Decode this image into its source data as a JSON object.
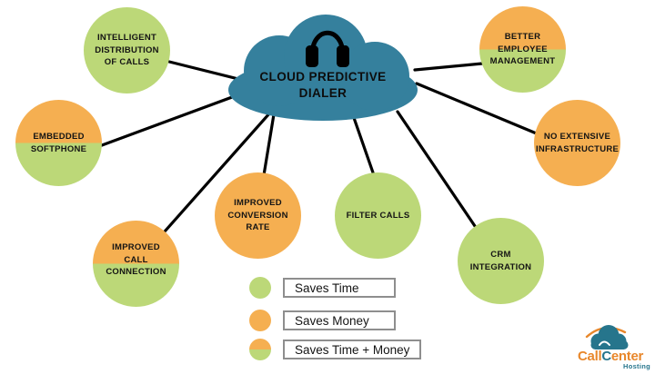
{
  "cloud": {
    "label": "CLOUD PREDICTIVE\nDIALER",
    "icon": "headphones-icon"
  },
  "nodes": [
    {
      "id": "intelligent-distribution-of-calls",
      "label": "INTELLIGENT\nDISTRIBUTION\nOF CALLS",
      "type": "green"
    },
    {
      "id": "better-employee-management",
      "label": "BETTER\nEMPLOYEE\nMANAGEMENT",
      "type": "split"
    },
    {
      "id": "embedded-softphone",
      "label": "EMBEDDED\nSOFTPHONE",
      "type": "split"
    },
    {
      "id": "no-extensive-infrastructure",
      "label": "NO EXTENSIVE\nINFRASTRUCTURE",
      "type": "orange"
    },
    {
      "id": "improved-call-connection",
      "label": "IMPROVED\nCALL\nCONNECTION",
      "type": "split"
    },
    {
      "id": "improved-conversion-rate",
      "label": "IMPROVED\nCONVERSION\nRATE",
      "type": "orange"
    },
    {
      "id": "filter-calls",
      "label": "FILTER CALLS",
      "type": "green"
    },
    {
      "id": "crm-integration",
      "label": "CRM\nINTEGRATION",
      "type": "green"
    }
  ],
  "legend": [
    {
      "swatch": "green",
      "label": "Saves Time"
    },
    {
      "swatch": "orange",
      "label": "Saves Money"
    },
    {
      "swatch": "split",
      "label": "Saves Time + Money"
    }
  ],
  "logo": {
    "call": "Call",
    "center_initial": "C",
    "center_rest": "enter",
    "hosting": "Hosting"
  },
  "colors": {
    "green": "#BCD878",
    "orange": "#F5AF51",
    "teal": "#35809D",
    "line": "#000000",
    "logo_orange": "#E8872B",
    "logo_teal": "#26758C"
  }
}
